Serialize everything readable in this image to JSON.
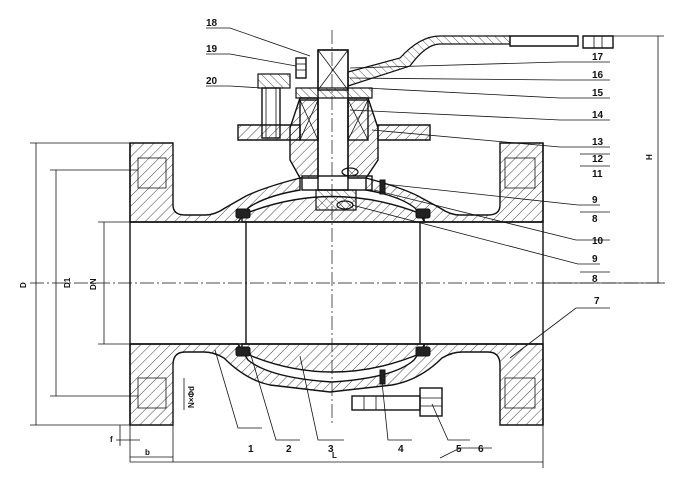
{
  "callouts": [
    {
      "id": "1",
      "label": "1"
    },
    {
      "id": "2",
      "label": "2"
    },
    {
      "id": "3",
      "label": "3"
    },
    {
      "id": "4",
      "label": "4"
    },
    {
      "id": "5",
      "label": "5"
    },
    {
      "id": "6",
      "label": "6"
    },
    {
      "id": "7",
      "label": "7"
    },
    {
      "id": "8a",
      "label": "8"
    },
    {
      "id": "9a",
      "label": "9"
    },
    {
      "id": "10",
      "label": "10"
    },
    {
      "id": "9b",
      "label": "9"
    },
    {
      "id": "8b",
      "label": "8"
    },
    {
      "id": "11",
      "label": "11"
    },
    {
      "id": "12",
      "label": "12"
    },
    {
      "id": "13",
      "label": "13"
    },
    {
      "id": "14",
      "label": "14"
    },
    {
      "id": "15",
      "label": "15"
    },
    {
      "id": "16",
      "label": "16"
    },
    {
      "id": "17",
      "label": "17"
    },
    {
      "id": "18",
      "label": "18"
    },
    {
      "id": "19",
      "label": "19"
    },
    {
      "id": "20",
      "label": "20"
    }
  ],
  "dimensions": {
    "D": "D",
    "D1": "D1",
    "DN": "DN",
    "bolt_holes": "N×Φd",
    "f": "f",
    "b": "b",
    "L": "L",
    "H": "H"
  }
}
